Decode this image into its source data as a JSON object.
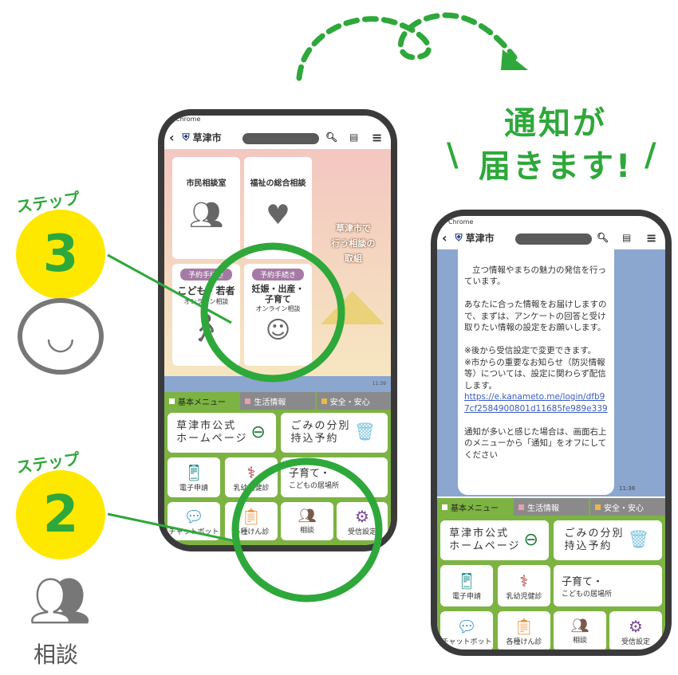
{
  "callout": {
    "line1": "通知が",
    "line2": "届きます!",
    "slash_left": "\\",
    "slash_right": "/"
  },
  "steps": [
    {
      "label": "ステップ",
      "number": "3"
    },
    {
      "label": "ステップ",
      "number": "2"
    }
  ],
  "consult_caption": "相談",
  "phone_common": {
    "browser": "Chrome",
    "city": "草津市"
  },
  "left_phone": {
    "tiles": [
      {
        "title": "市民相談室"
      },
      {
        "title": "福祉の総合相談"
      },
      {
        "tag": "予約手続き",
        "title": "こども・若者",
        "sub": "オンライン相談"
      },
      {
        "tag": "予約手続き",
        "title": "妊娠・出産・\n子育て",
        "sub": "オンライン相談"
      }
    ],
    "banner": "草津市で\n行う相談の\n取組",
    "time": "11:39"
  },
  "menu": {
    "tabs": [
      "基本メニュー",
      "生活情報",
      "安全・安心"
    ],
    "tab_colors": [
      "#ffffff",
      "#e8a0b0",
      "#e8b84a"
    ],
    "homepage": "草津市公式\nホームページ",
    "garbage": "ごみの分別\n持込予約",
    "e_apply": "電子申請",
    "infant": "乳幼児健診",
    "kids": "子育て・",
    "kids_sub": "こどもの居場所",
    "chatbot": "チャットボット",
    "checkup": "各種けん診",
    "consult": "相談",
    "settings": "受信設定"
  },
  "right_phone": {
    "message": "立つ情報やまちの魅力の発信を行っています。\n\nあなたに合った情報をお届けしますので、まずは、アンケートの回答と受け取りたい情報の設定をお願いします。\n\n※後から受信設定で変更できます。\n※市からの重要なお知らせ（防災情報等）については、設定に関わらず配信します。",
    "link": "https://e.kanameto.me/login/dfb97cf2584900801d11685fe989e339",
    "message2": "通知が多いと感じた場合は、画面右上のメニューから「通知」をオフにしてください",
    "time": "11:38"
  },
  "colors": {
    "green": "#2ea83a",
    "menu_green": "#7cb342",
    "chat_bg": "#8ba6cf",
    "yellow": "#ffe800"
  }
}
